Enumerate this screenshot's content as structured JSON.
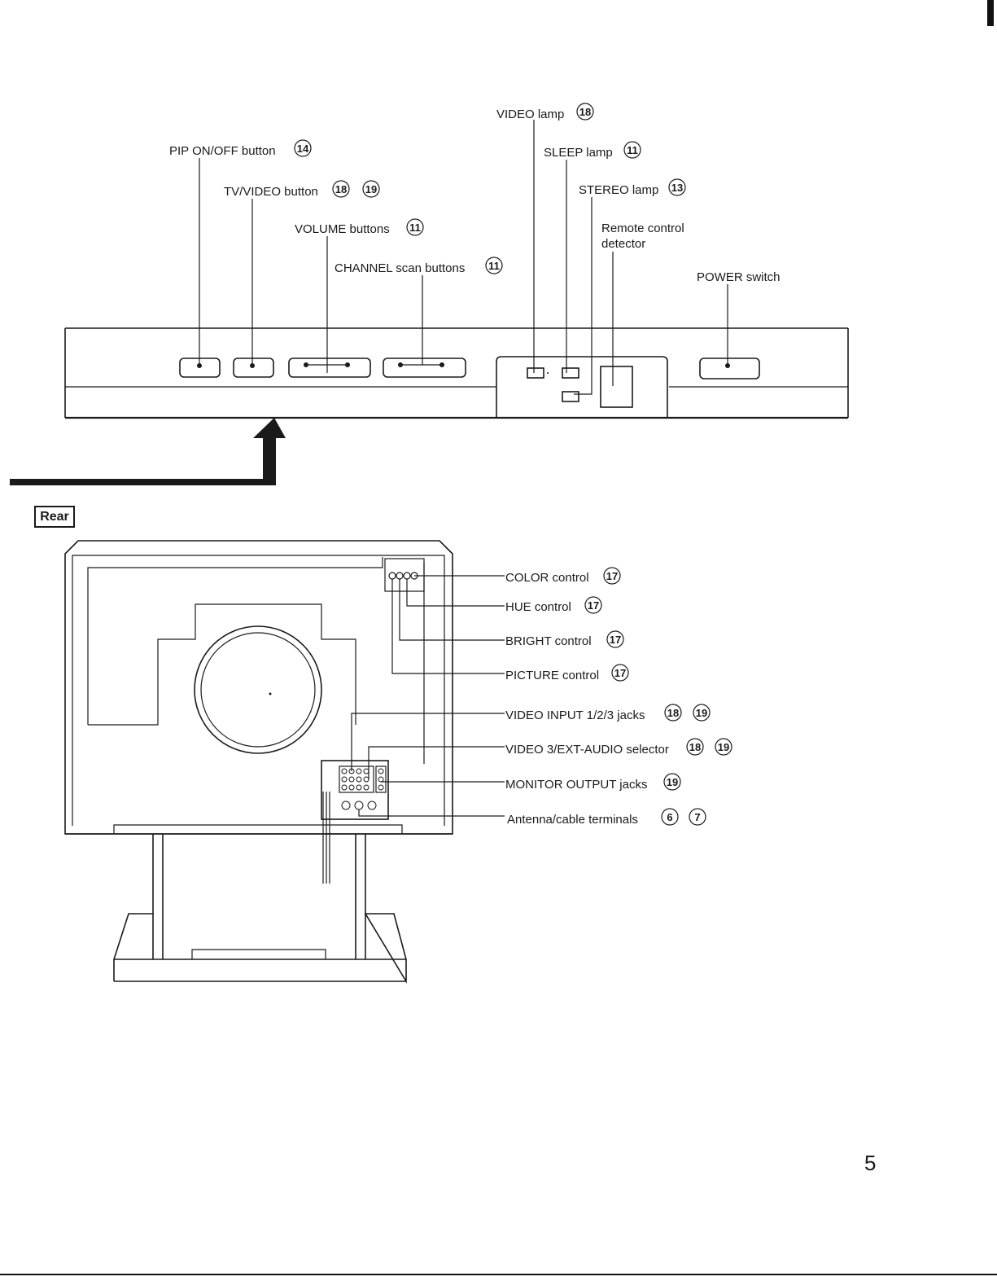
{
  "front_labels": [
    {
      "id": "pip",
      "text": "PIP ON/OFF button",
      "refs": [
        "14"
      ]
    },
    {
      "id": "tvvideo",
      "text": "TV/VIDEO button",
      "refs": [
        "18",
        "19"
      ]
    },
    {
      "id": "volume",
      "text": "VOLUME buttons",
      "refs": [
        "11"
      ]
    },
    {
      "id": "channel",
      "text": "CHANNEL scan buttons",
      "refs": [
        "11"
      ]
    },
    {
      "id": "videolamp",
      "text": "VIDEO lamp",
      "refs": [
        "18"
      ]
    },
    {
      "id": "sleeplamp",
      "text": "SLEEP lamp",
      "refs": [
        "11"
      ]
    },
    {
      "id": "stereolamp",
      "text": "STEREO lamp",
      "refs": [
        "13"
      ]
    },
    {
      "id": "remote1",
      "text": "Remote control",
      "refs": []
    },
    {
      "id": "remote2",
      "text": "detector",
      "refs": []
    },
    {
      "id": "power",
      "text": "POWER switch",
      "refs": []
    }
  ],
  "rear_title": "Rear",
  "rear_labels": [
    {
      "id": "color",
      "text": "COLOR control",
      "refs": [
        "17"
      ]
    },
    {
      "id": "hue",
      "text": "HUE control",
      "refs": [
        "17"
      ]
    },
    {
      "id": "bright",
      "text": "BRIGHT control",
      "refs": [
        "17"
      ]
    },
    {
      "id": "picture",
      "text": "PICTURE control",
      "refs": [
        "17"
      ]
    },
    {
      "id": "videoinput",
      "text": "VIDEO INPUT 1/2/3 jacks",
      "refs": [
        "18",
        "19"
      ]
    },
    {
      "id": "video3ext",
      "text": "VIDEO 3/EXT-AUDIO selector",
      "refs": [
        "18",
        "19"
      ]
    },
    {
      "id": "monitorout",
      "text": "MONITOR OUTPUT jacks",
      "refs": [
        "19"
      ]
    },
    {
      "id": "antenna",
      "text": "Antenna/cable terminals",
      "refs": [
        "6",
        "7"
      ]
    }
  ],
  "page_number": "5"
}
